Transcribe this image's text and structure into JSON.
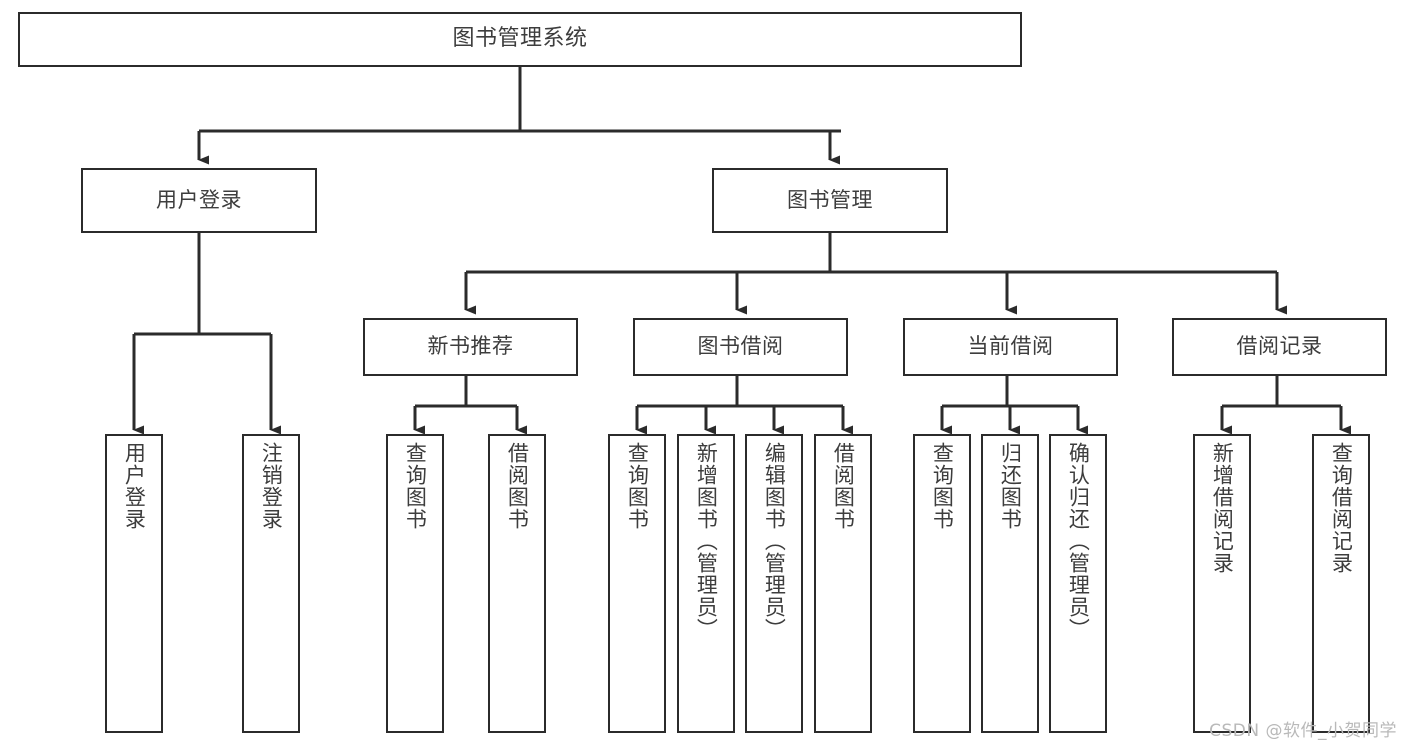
{
  "diagram": {
    "type": "tree",
    "title": "图书管理系统",
    "watermark": "CSDN @软件_小贺同学",
    "colors": {
      "box_border": "#2b2b2b",
      "box_fill": "#ffffff",
      "text": "#3d3d3d",
      "connector": "#2b2b2b",
      "watermark": "#b9b9b9",
      "background": "#ffffff"
    },
    "nodes": {
      "root": {
        "label": "图书管理系统"
      },
      "level2": [
        {
          "id": "user-login",
          "label": "用户登录"
        },
        {
          "id": "book-manage",
          "label": "图书管理"
        }
      ],
      "level3": [
        {
          "id": "new-book-recommend",
          "label": "新书推荐"
        },
        {
          "id": "book-borrow",
          "label": "图书借阅"
        },
        {
          "id": "current-borrow",
          "label": "当前借阅"
        },
        {
          "id": "borrow-record",
          "label": "借阅记录"
        }
      ],
      "leaves": {
        "user-login": [
          {
            "id": "leaf-user-login",
            "label": "用户登录"
          },
          {
            "id": "leaf-user-logout",
            "label": "注销登录"
          }
        ],
        "new-book-recommend": [
          {
            "id": "leaf-query-book-1",
            "label": "查询图书"
          },
          {
            "id": "leaf-borrow-book-1",
            "label": "借阅图书"
          }
        ],
        "book-borrow": [
          {
            "id": "leaf-query-book-2",
            "label": "查询图书"
          },
          {
            "id": "leaf-add-book",
            "label": "新增图书（管理员）"
          },
          {
            "id": "leaf-edit-book",
            "label": "编辑图书（管理员）"
          },
          {
            "id": "leaf-borrow-book-2",
            "label": "借阅图书"
          }
        ],
        "current-borrow": [
          {
            "id": "leaf-query-book-3",
            "label": "查询图书"
          },
          {
            "id": "leaf-return-book",
            "label": "归还图书"
          },
          {
            "id": "leaf-confirm-return",
            "label": "确认归还（管理员）"
          }
        ],
        "borrow-record": [
          {
            "id": "leaf-add-record",
            "label": "新增借阅记录"
          },
          {
            "id": "leaf-query-record",
            "label": "查询借阅记录"
          }
        ]
      }
    }
  }
}
